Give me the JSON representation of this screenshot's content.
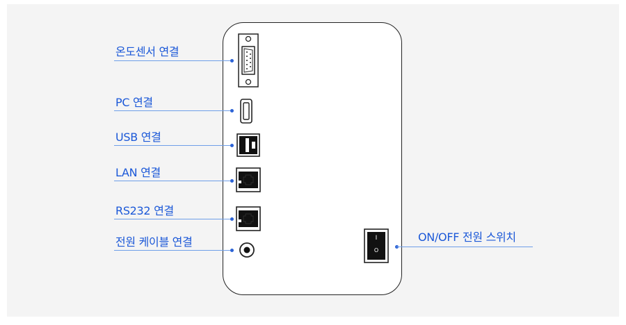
{
  "labels": {
    "temp_sensor": "온도센서 연결",
    "pc": "PC 연결",
    "usb": "USB 연결",
    "lan": "LAN 연결",
    "rs232": "RS232 연결",
    "power_cable": "전원 케이블 연결",
    "power_switch": "ON/OFF 전원 스위치"
  },
  "switch": {
    "on_mark": "I",
    "off_mark": "O"
  },
  "colors": {
    "label_text": "#1b58d8",
    "leader_line": "#6e9ee8",
    "device_outline": "#222222",
    "background": "#f4f4f4"
  }
}
